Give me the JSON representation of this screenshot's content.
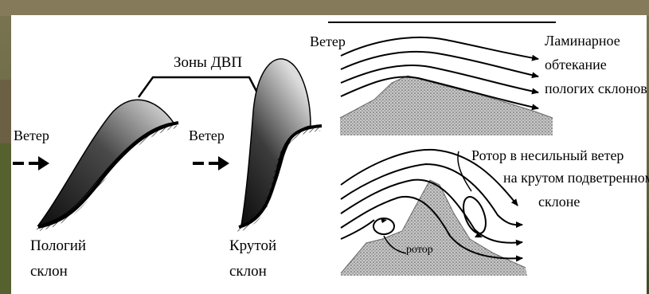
{
  "colors": {
    "background_photo_top": "#6b6a45",
    "background_photo_bottom": "#3f4a28",
    "panel": "#ffffff",
    "ink": "#000000",
    "mountain_stipple": "#b5b5b5"
  },
  "labels": {
    "dvp_zones": "Зоны ДВП",
    "wind_left": "Ветер",
    "wind_middle": "Ветер",
    "wind_top_right": "Ветер",
    "gentle_slope_line1": "Пологий",
    "gentle_slope_line2": "склон",
    "steep_slope_line1": "Крутой",
    "steep_slope_line2": "склон",
    "laminar_line1": "Ламинарное",
    "laminar_line2": "обтекание",
    "laminar_line3": "пологих склонов",
    "rotor_line1": "Ротор в несильный ветер",
    "rotor_line2": "на крутом подветренном",
    "rotor_line3": "склоне",
    "rotor_small": "ротор"
  },
  "icons": {
    "wind_arrow_left": "dashed-arrow-right-icon",
    "wind_arrow_middle": "dashed-arrow-right-icon"
  }
}
